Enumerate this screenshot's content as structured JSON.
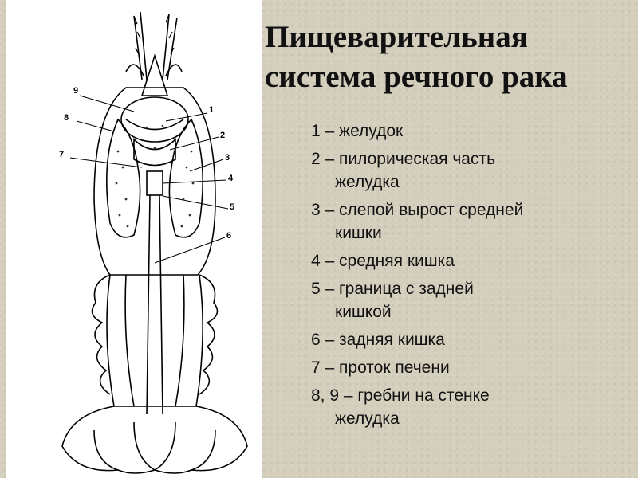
{
  "title": {
    "line1": "Пищеварительная",
    "line2": "система речного рака"
  },
  "figure": {
    "callouts": [
      "9",
      "8",
      "7",
      "1",
      "2",
      "3",
      "4",
      "5",
      "6"
    ]
  },
  "legend": [
    {
      "line1": "1 – желудок",
      "line2": ""
    },
    {
      "line1": "2 – пилорическая часть",
      "line2": "желудка"
    },
    {
      "line1": "3 – слепой вырост средней",
      "line2": "кишки"
    },
    {
      "line1": "4 – средняя кишка",
      "line2": ""
    },
    {
      "line1": "5 – граница с задней",
      "line2": "кишкой"
    },
    {
      "line1": "6 – задняя кишка",
      "line2": ""
    },
    {
      "line1": "7 – проток печени",
      "line2": ""
    },
    {
      "line1": "8, 9 – гребни на стенке",
      "line2": "желудка"
    }
  ]
}
